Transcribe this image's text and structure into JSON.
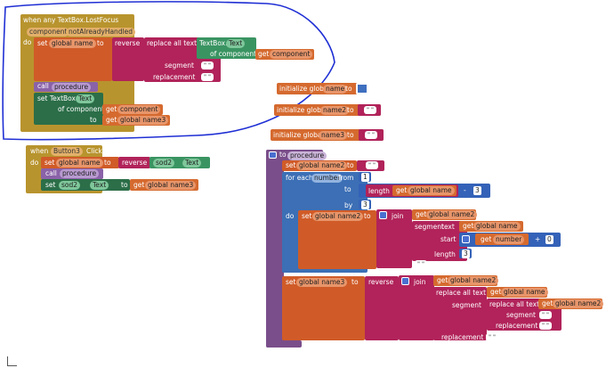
{
  "event1": {
    "header": "when any TextBox.LostFocus",
    "param_component": "component",
    "param_not_handled": "notAlreadyHandled",
    "do": "do",
    "set": "set",
    "var_global_name": "global name",
    "to": "to",
    "reverse": "reverse",
    "replace_all_text": "replace all text",
    "textbox_prop_comp": "TextBox.",
    "textbox_prop": "Text",
    "of_component": "of component",
    "get": "get",
    "component": "component",
    "segment": "segment",
    "replacement": "replacement",
    "call": "call",
    "procedure": "procedure",
    "set_textbox": "set TextBox.",
    "text_prop": "Text",
    "to2": "to",
    "var_global_name3": "global name3"
  },
  "inits": [
    {
      "label": "initialize globa",
      "var": "name",
      "to": "to"
    },
    {
      "label": "initialize globa",
      "var": "name2",
      "to": "to"
    },
    {
      "label": "initialize global",
      "var": "name3",
      "to": "to"
    }
  ],
  "event2": {
    "when": "when",
    "component": "Button3",
    "event": "Click",
    "do": "do",
    "set": "set",
    "var": "global name",
    "to": "to",
    "reverse": "reverse",
    "sod2": "sod2",
    "text_prop": "Text",
    "call": "call",
    "procedure": "procedure",
    "set2": "set",
    "sod2b": "sod2",
    "text_prop2": "Text",
    "to2": "to",
    "get": "get",
    "var3": "global name3"
  },
  "proc": {
    "to": "to",
    "name": "procedure",
    "set": "set",
    "var_name2": "global name2",
    "to2": "to",
    "for_each": "for each",
    "number": "number",
    "from": "from",
    "from_val": "1",
    "to_label": "to",
    "length": "length",
    "get": "get",
    "var_name": "global name",
    "minus": "-",
    "minus_val": "3",
    "by": "by",
    "by_val": "3",
    "do": "do",
    "join": "join",
    "segment": "segment",
    "text": "text",
    "start": "start",
    "number_var": "number",
    "plus": "+",
    "plus_val": "0",
    "length_val": "3",
    "var_name3": "global name3",
    "reverse": "reverse",
    "replace_all_text": "replace all text",
    "replacement": "replacement"
  }
}
